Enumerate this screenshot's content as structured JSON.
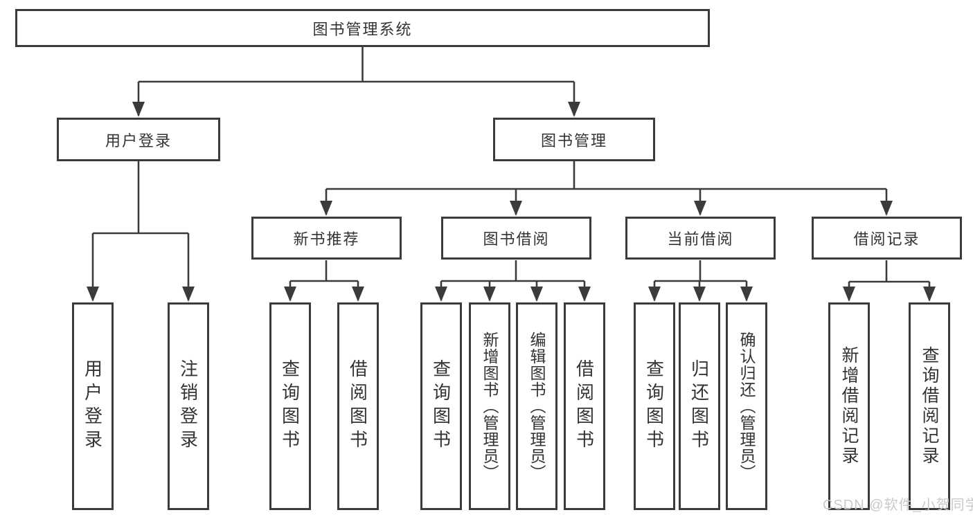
{
  "diagram": {
    "root": {
      "label": "图书管理系统",
      "children": [
        {
          "label": "用户登录",
          "children": [
            {
              "label": "用户登录"
            },
            {
              "label": "注销登录"
            }
          ]
        },
        {
          "label": "图书管理",
          "children": [
            {
              "label": "新书推荐",
              "children": [
                {
                  "label": "查询图书"
                },
                {
                  "label": "借阅图书"
                }
              ]
            },
            {
              "label": "图书借阅",
              "children": [
                {
                  "label": "查询图书"
                },
                {
                  "label": "新增图书（管理员）"
                },
                {
                  "label": "编辑图书（管理员）"
                },
                {
                  "label": "借阅图书"
                }
              ]
            },
            {
              "label": "当前借阅",
              "children": [
                {
                  "label": "查询图书"
                },
                {
                  "label": "归还图书"
                },
                {
                  "label": "确认归还（管理员）"
                }
              ]
            },
            {
              "label": "借阅记录",
              "children": [
                {
                  "label": "新增借阅记录"
                },
                {
                  "label": "查询借阅记录"
                }
              ]
            }
          ]
        }
      ]
    }
  },
  "watermark": {
    "text": "CSDN @软件_小贺同学"
  },
  "colors": {
    "line": "#3b3b3b",
    "border": "#3b3b3b",
    "text": "#333333",
    "background": "#ffffff",
    "watermark": "#c9c9c9"
  }
}
